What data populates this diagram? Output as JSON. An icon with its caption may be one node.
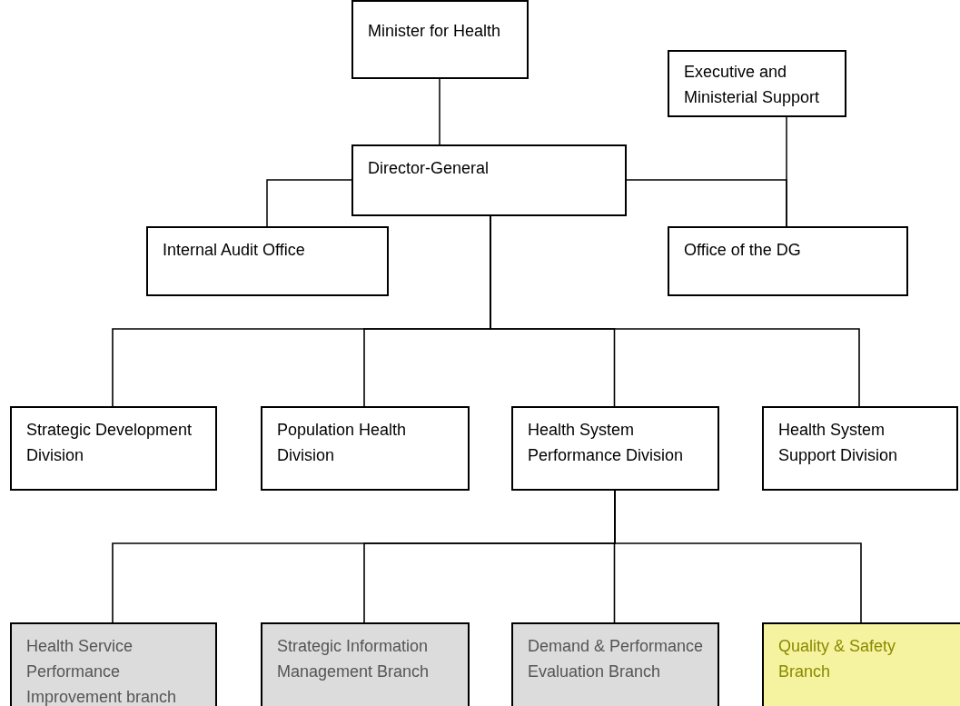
{
  "diagram": {
    "nodes": [
      {
        "text": [
          "Minister for Health"
        ]
      },
      {
        "text": [
          "Executive and Ministerial Support"
        ]
      },
      {
        "text": [
          "Director-General"
        ]
      },
      {
        "text": [
          "Internal Audit Office"
        ]
      },
      {
        "text": [
          "Office of the DG"
        ]
      },
      {
        "text": [
          "Strategic Development Division"
        ]
      },
      {
        "text": [
          "Population Health Division"
        ]
      },
      {
        "text": [
          "Health System Performance Division"
        ]
      },
      {
        "text": [
          "Health System Support Division"
        ]
      },
      {
        "text": [
          "Health Service Performance Improvement branch"
        ]
      },
      {
        "text": [
          "Strategic Information Management Branch"
        ]
      },
      {
        "text": [
          "Demand & Performance Evaluation Branch"
        ]
      },
      {
        "text": [
          "Quality & Safety Branch"
        ]
      }
    ],
    "edges": [
      {
        "from": 0,
        "to": 2,
        "arrow": "none"
      },
      {
        "from": 1,
        "to": 4,
        "arrow": "none"
      },
      {
        "from": 2,
        "to": 4,
        "arrow": "none"
      },
      {
        "from": 2,
        "to": 3,
        "arrow": "none"
      },
      {
        "from": 2,
        "to": 5,
        "arrow": "none"
      },
      {
        "from": 2,
        "to": 6,
        "arrow": "none"
      },
      {
        "from": 2,
        "to": 7,
        "arrow": "none"
      },
      {
        "from": 2,
        "to": 8,
        "arrow": "none"
      },
      {
        "from": 7,
        "to": 9,
        "arrow": "none"
      },
      {
        "from": 7,
        "to": 10,
        "arrow": "none"
      },
      {
        "from": 7,
        "to": 11,
        "arrow": "none"
      },
      {
        "from": 7,
        "to": 12,
        "arrow": "none"
      }
    ]
  }
}
